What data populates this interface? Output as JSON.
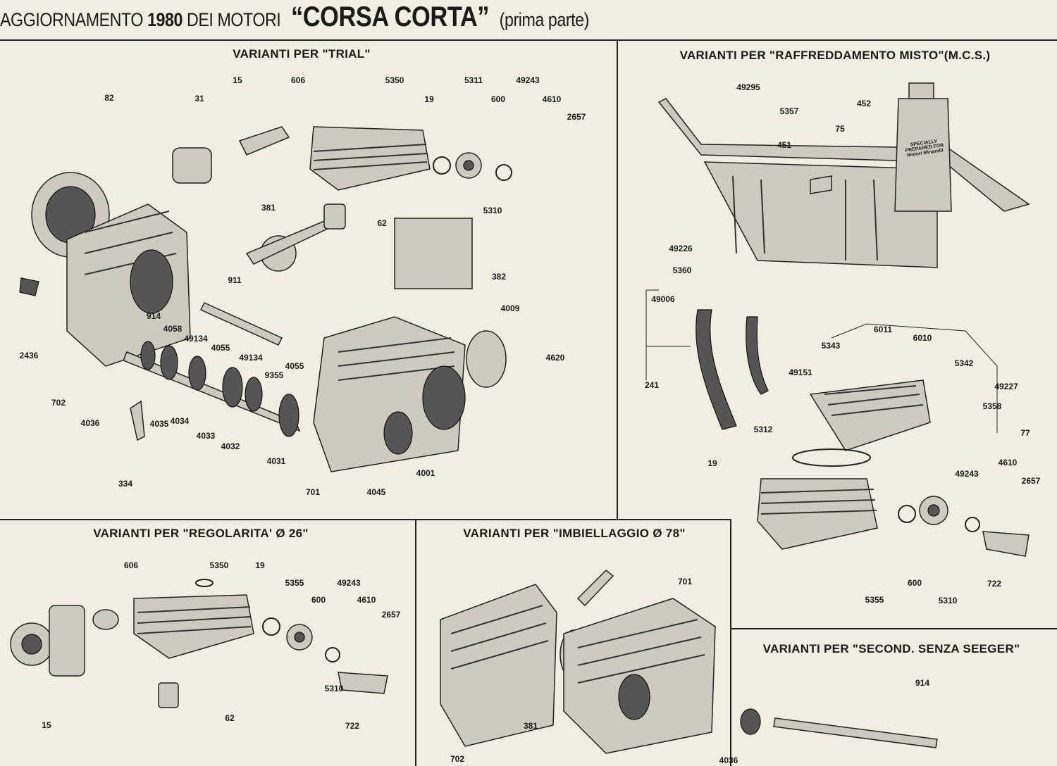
{
  "title": {
    "prefix": "AGGIORNAMENTO",
    "year": "1980",
    "middle": "DEI MOTORI",
    "name": "“CORSA CORTA”",
    "suffix": "(prima parte)"
  },
  "panels": {
    "trial": {
      "heading": "VARIANTI PER \"TRIAL\"",
      "labels": [
        "82",
        "15",
        "31",
        "606",
        "5350",
        "19",
        "5311",
        "600",
        "49243",
        "4610",
        "2657",
        "5310",
        "62",
        "381",
        "382",
        "911",
        "2436",
        "914",
        "4058",
        "49134",
        "4055",
        "49134",
        "9355",
        "4055",
        "702",
        "4036",
        "4035",
        "4034",
        "4033",
        "4032",
        "4031",
        "334",
        "701",
        "4045",
        "4001",
        "4009",
        "4620"
      ]
    },
    "mcs": {
      "heading": "VARIANTI PER \"RAFFREDDAMENTO MISTO\"(M.C.S.)",
      "labels": [
        "49295",
        "5357",
        "452",
        "75",
        "451",
        "49226",
        "5360",
        "49006",
        "241",
        "6011",
        "6010",
        "5343",
        "5342",
        "49151",
        "49227",
        "5358",
        "77",
        "5312",
        "19",
        "49243",
        "4610",
        "2657",
        "5355",
        "600",
        "5310",
        "722"
      ],
      "bottle_text": "SPECIALLY PREPARED FOR Motori Minarelli"
    },
    "regolarita": {
      "heading": "VARIANTI PER \"REGOLARITA' Ø 26\"",
      "labels": [
        "606",
        "5350",
        "19",
        "5355",
        "49243",
        "600",
        "4610",
        "2657",
        "5310",
        "722",
        "15",
        "62"
      ]
    },
    "imbiellaggio": {
      "heading": "VARIANTI PER \"IMBIELLAGGIO Ø 78\"",
      "labels": [
        "701",
        "381",
        "702"
      ]
    },
    "seeger": {
      "heading": "VARIANTI PER \"SECOND. SENZA SEEGER\"",
      "labels": [
        "914",
        "4036"
      ]
    }
  }
}
